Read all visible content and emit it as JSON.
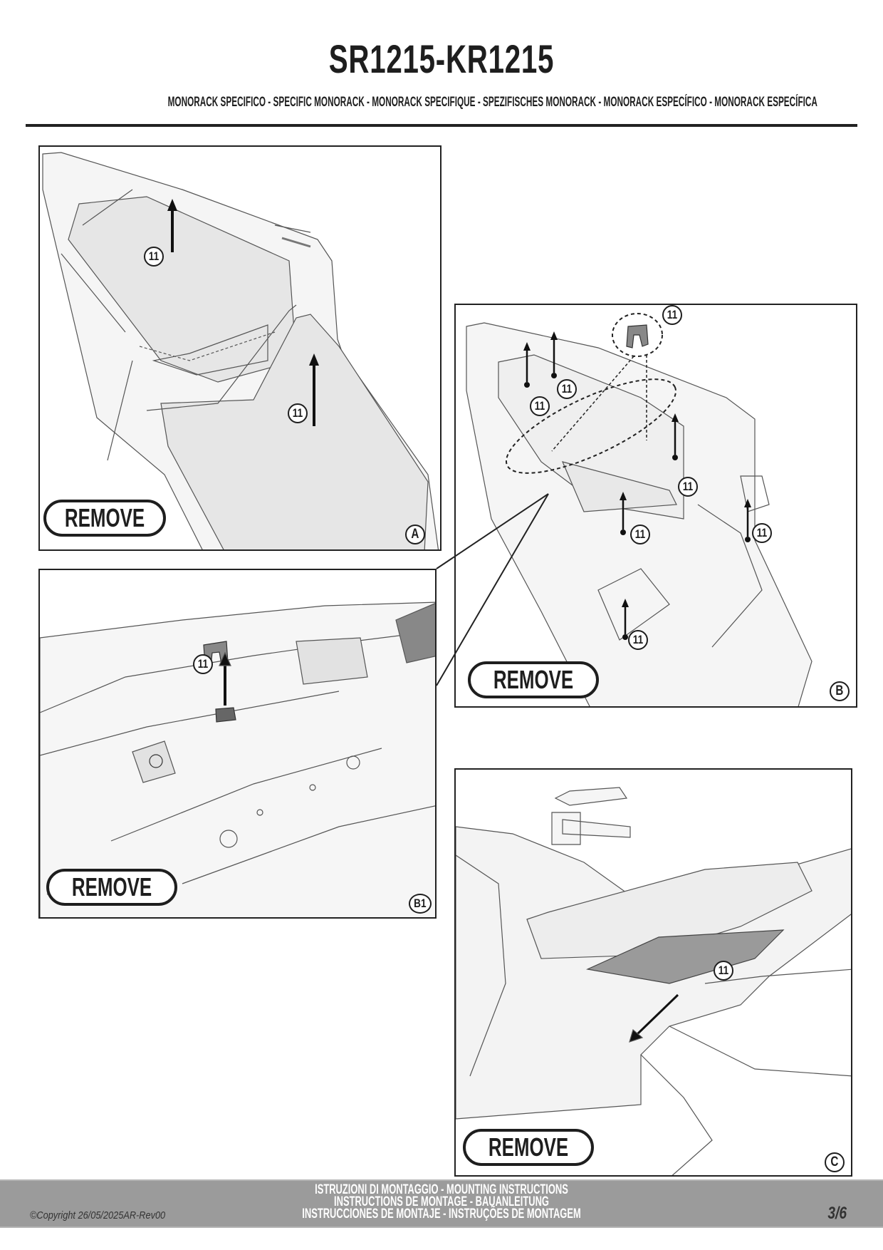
{
  "header": {
    "title": "SR1215-KR1215",
    "subtitle": "MONORACK SPECIFICO - SPECIFIC MONORACK - MONORACK SPECIFIQUE - SPEZIFISCHES MONORACK - MONORACK ESPECÍFICO - MONORACK ESPECÍFICA"
  },
  "panels": {
    "a": {
      "tag": "A",
      "remove_label": "REMOVE",
      "part_numbers": [
        "11",
        "11"
      ]
    },
    "b": {
      "tag": "B",
      "remove_label": "REMOVE",
      "part_numbers": [
        "11",
        "11",
        "11",
        "11",
        "11",
        "11",
        "11"
      ]
    },
    "b1": {
      "tag": "B1",
      "remove_label": "REMOVE",
      "part_numbers": [
        "11"
      ]
    },
    "c": {
      "tag": "C",
      "remove_label": "REMOVE",
      "part_numbers": [
        "11"
      ]
    }
  },
  "footer": {
    "lines": [
      "ISTRUZIONI DI MONTAGGIO  -  MOUNTING INSTRUCTIONS",
      "INSTRUCTIONS DE MONTAGE - BAUANLEITUNG",
      "INSTRUCCIONES DE MONTAJE - INSTRUÇÕES DE MONTAGEM"
    ],
    "copyright": "©Copyright 26/05/2025AR-Rev00",
    "page": "3/6"
  },
  "colors": {
    "ink": "#1e1e1e",
    "footer_bg": "#9b9b9b",
    "fill_light": "#e6e6e6",
    "fill_part": "#9a9a9a"
  }
}
